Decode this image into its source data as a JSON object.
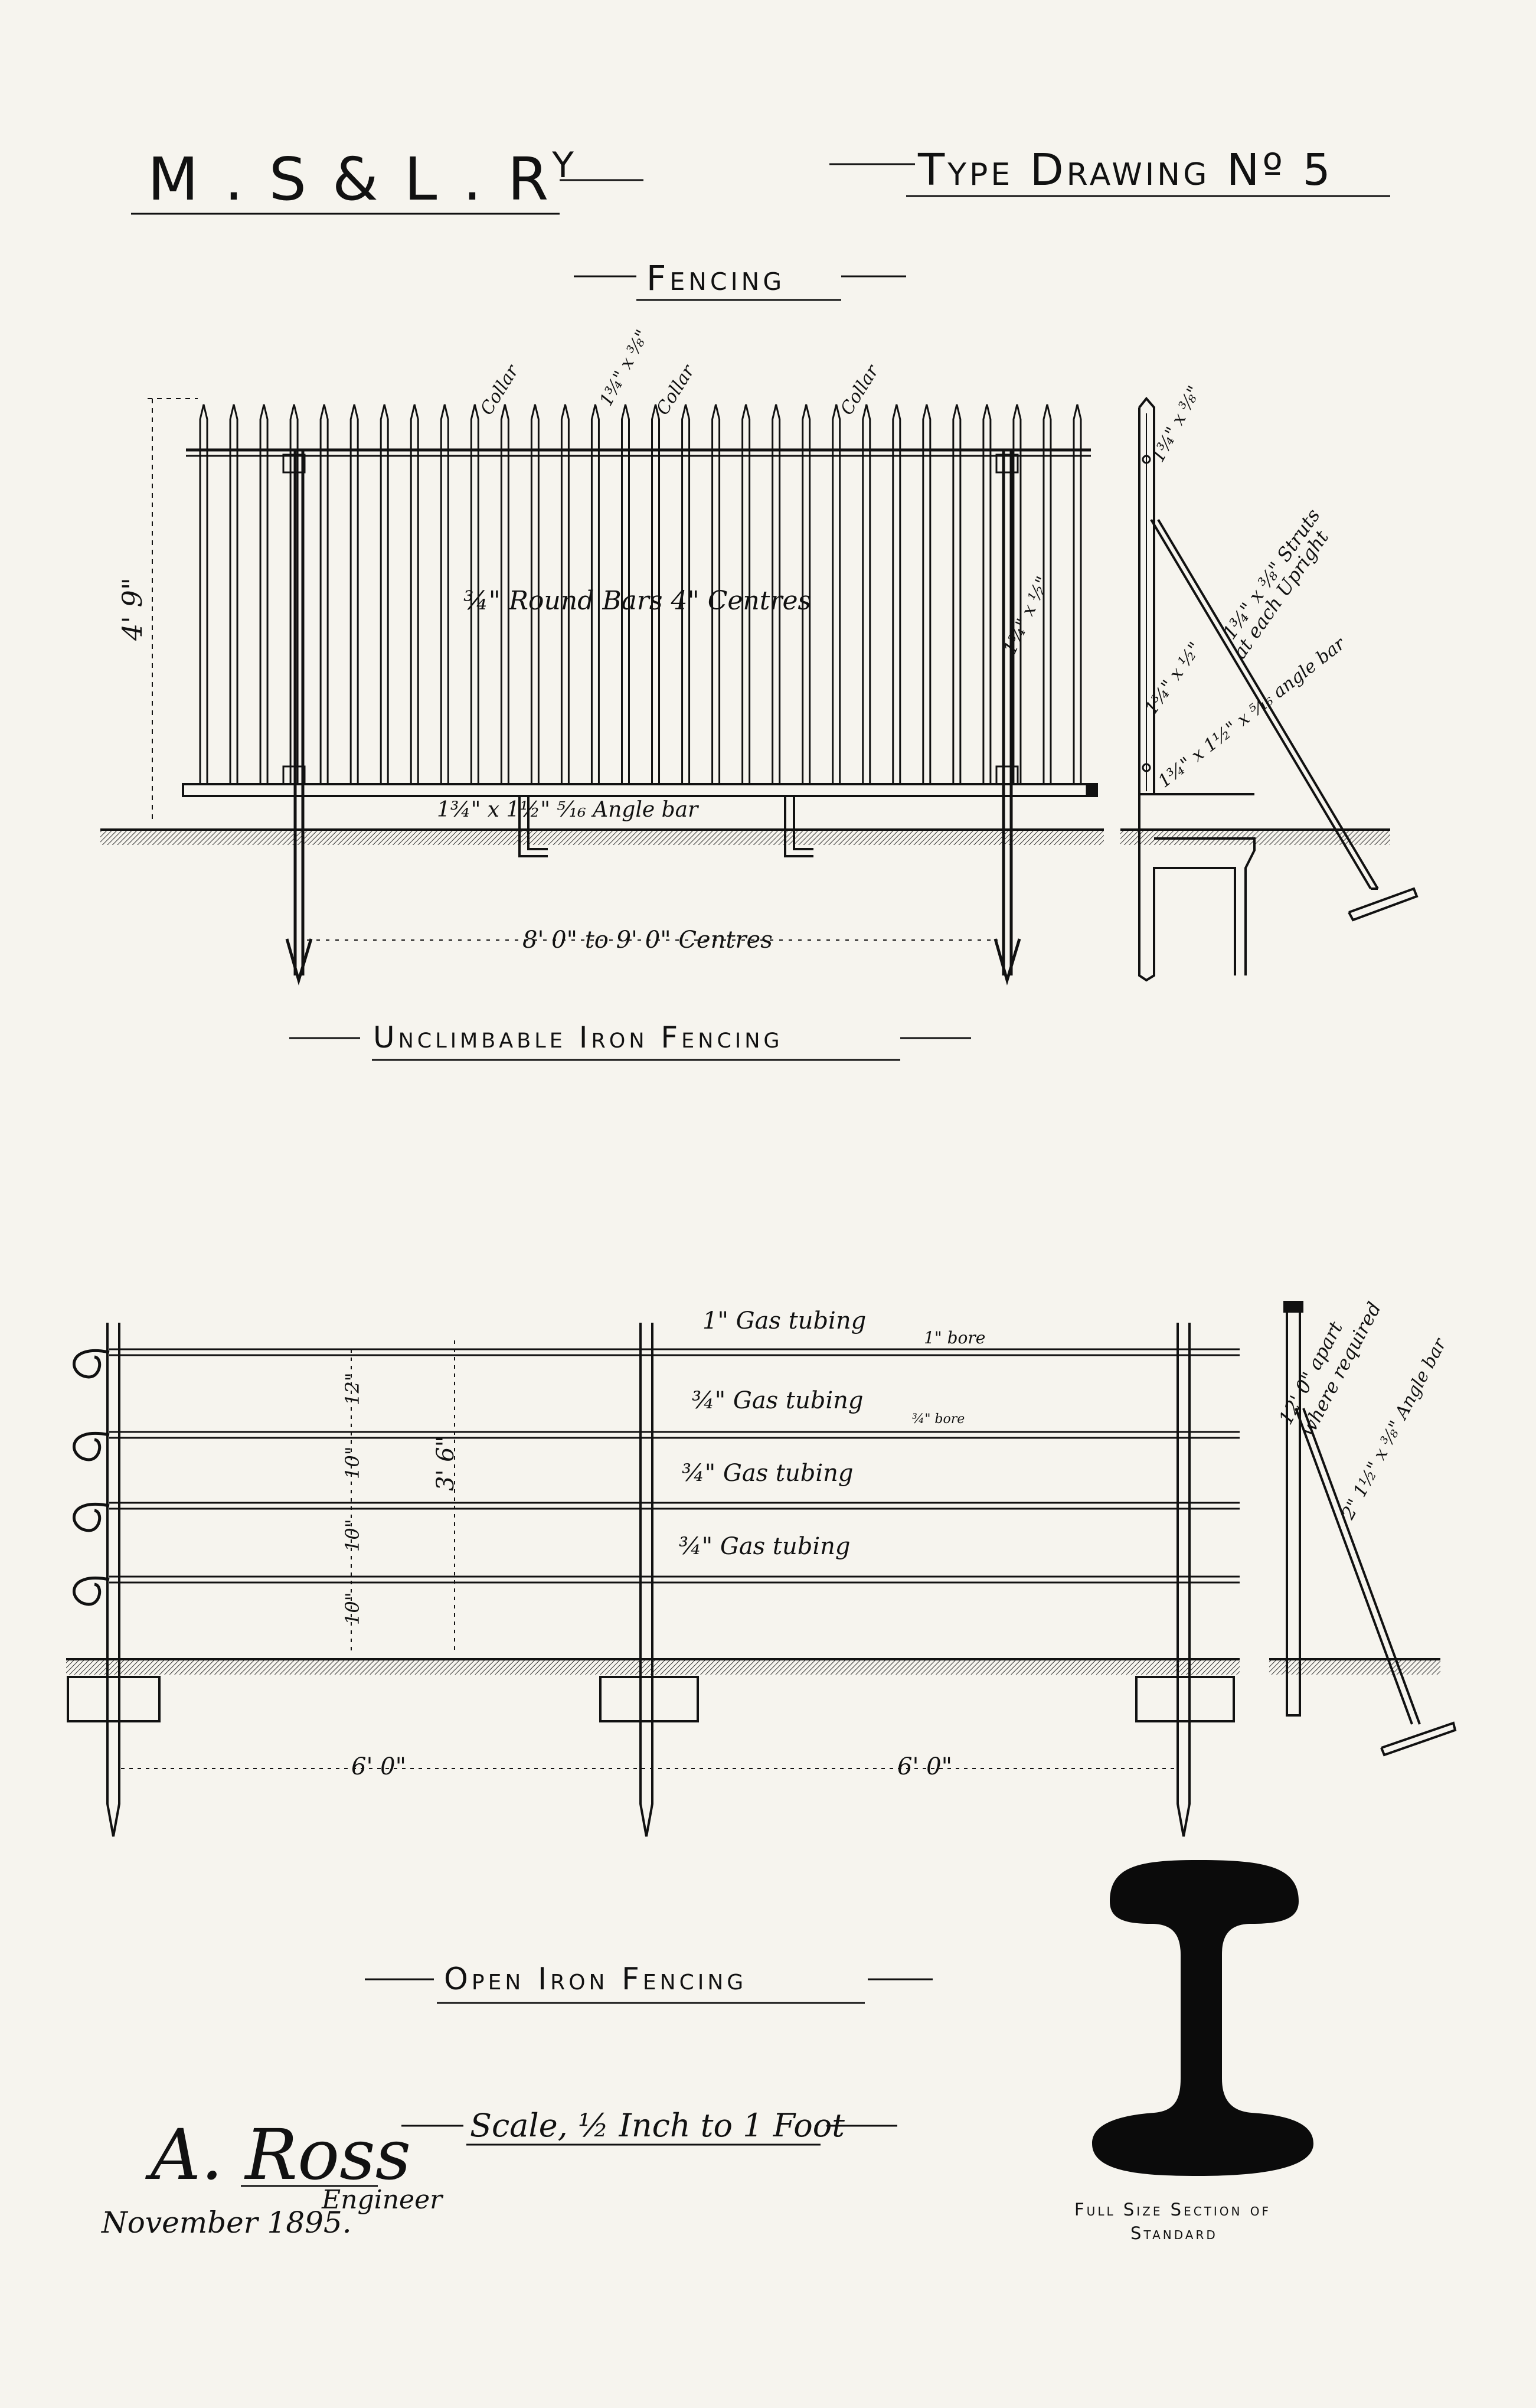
{
  "header": {
    "company": "M . S & L . R",
    "company_suffix": "Y",
    "drawing_title": "Type Drawing Nº 5"
  },
  "section_fencing": "Fencing",
  "unclimbable": {
    "caption": "Unclimbable Iron Fencing",
    "notes": {
      "collar": "Collar",
      "top_bar": "1¾\" x ⅜\"",
      "round_bars": "¾\" Round Bars 4\" Centres",
      "height": "4' 9\"",
      "upright": "1¾\" x ½\"",
      "bottom_bar": "1¾\" x 1½\" ⁵⁄₁₆ Angle bar",
      "centres": "8' 0\" to 9' 0\" Centres"
    },
    "side_notes": {
      "top": "1¾\" x ⅜\"",
      "struts": "1¾\" x ⅜\" Struts",
      "struts2": "at each Upright",
      "mid": "1¾\" x ½\"",
      "angle": "1¾\" x 1½\" x ⁵⁄₁₆ angle bar"
    }
  },
  "open": {
    "caption": "Open Iron Fencing",
    "tubing": [
      {
        "label": "1\" Gas tubing",
        "bore": "1\" bore"
      },
      {
        "label": "¾\" Gas tubing",
        "bore": "¾\" bore"
      },
      {
        "label": "¾\" Gas tubing",
        "bore": ""
      },
      {
        "label": "¾\" Gas tubing",
        "bore": ""
      }
    ],
    "spacings": [
      "12\"",
      "10\"",
      "10\"",
      "10\""
    ],
    "height": "3' 6\"",
    "span_left": "6' 0\"",
    "span_right": "6' 0\"",
    "side_note1": "12' 0\" apart",
    "side_note2": "where required",
    "side_note3": "2\" 1½\" x ⅜\" Angle bar"
  },
  "scale": "Scale, ½ Inch to 1 Foot",
  "signature": {
    "name": "A. Ross",
    "role": "Engineer",
    "date": "November 1895."
  },
  "standard_caption": [
    "Full Size Section of",
    "Standard"
  ]
}
